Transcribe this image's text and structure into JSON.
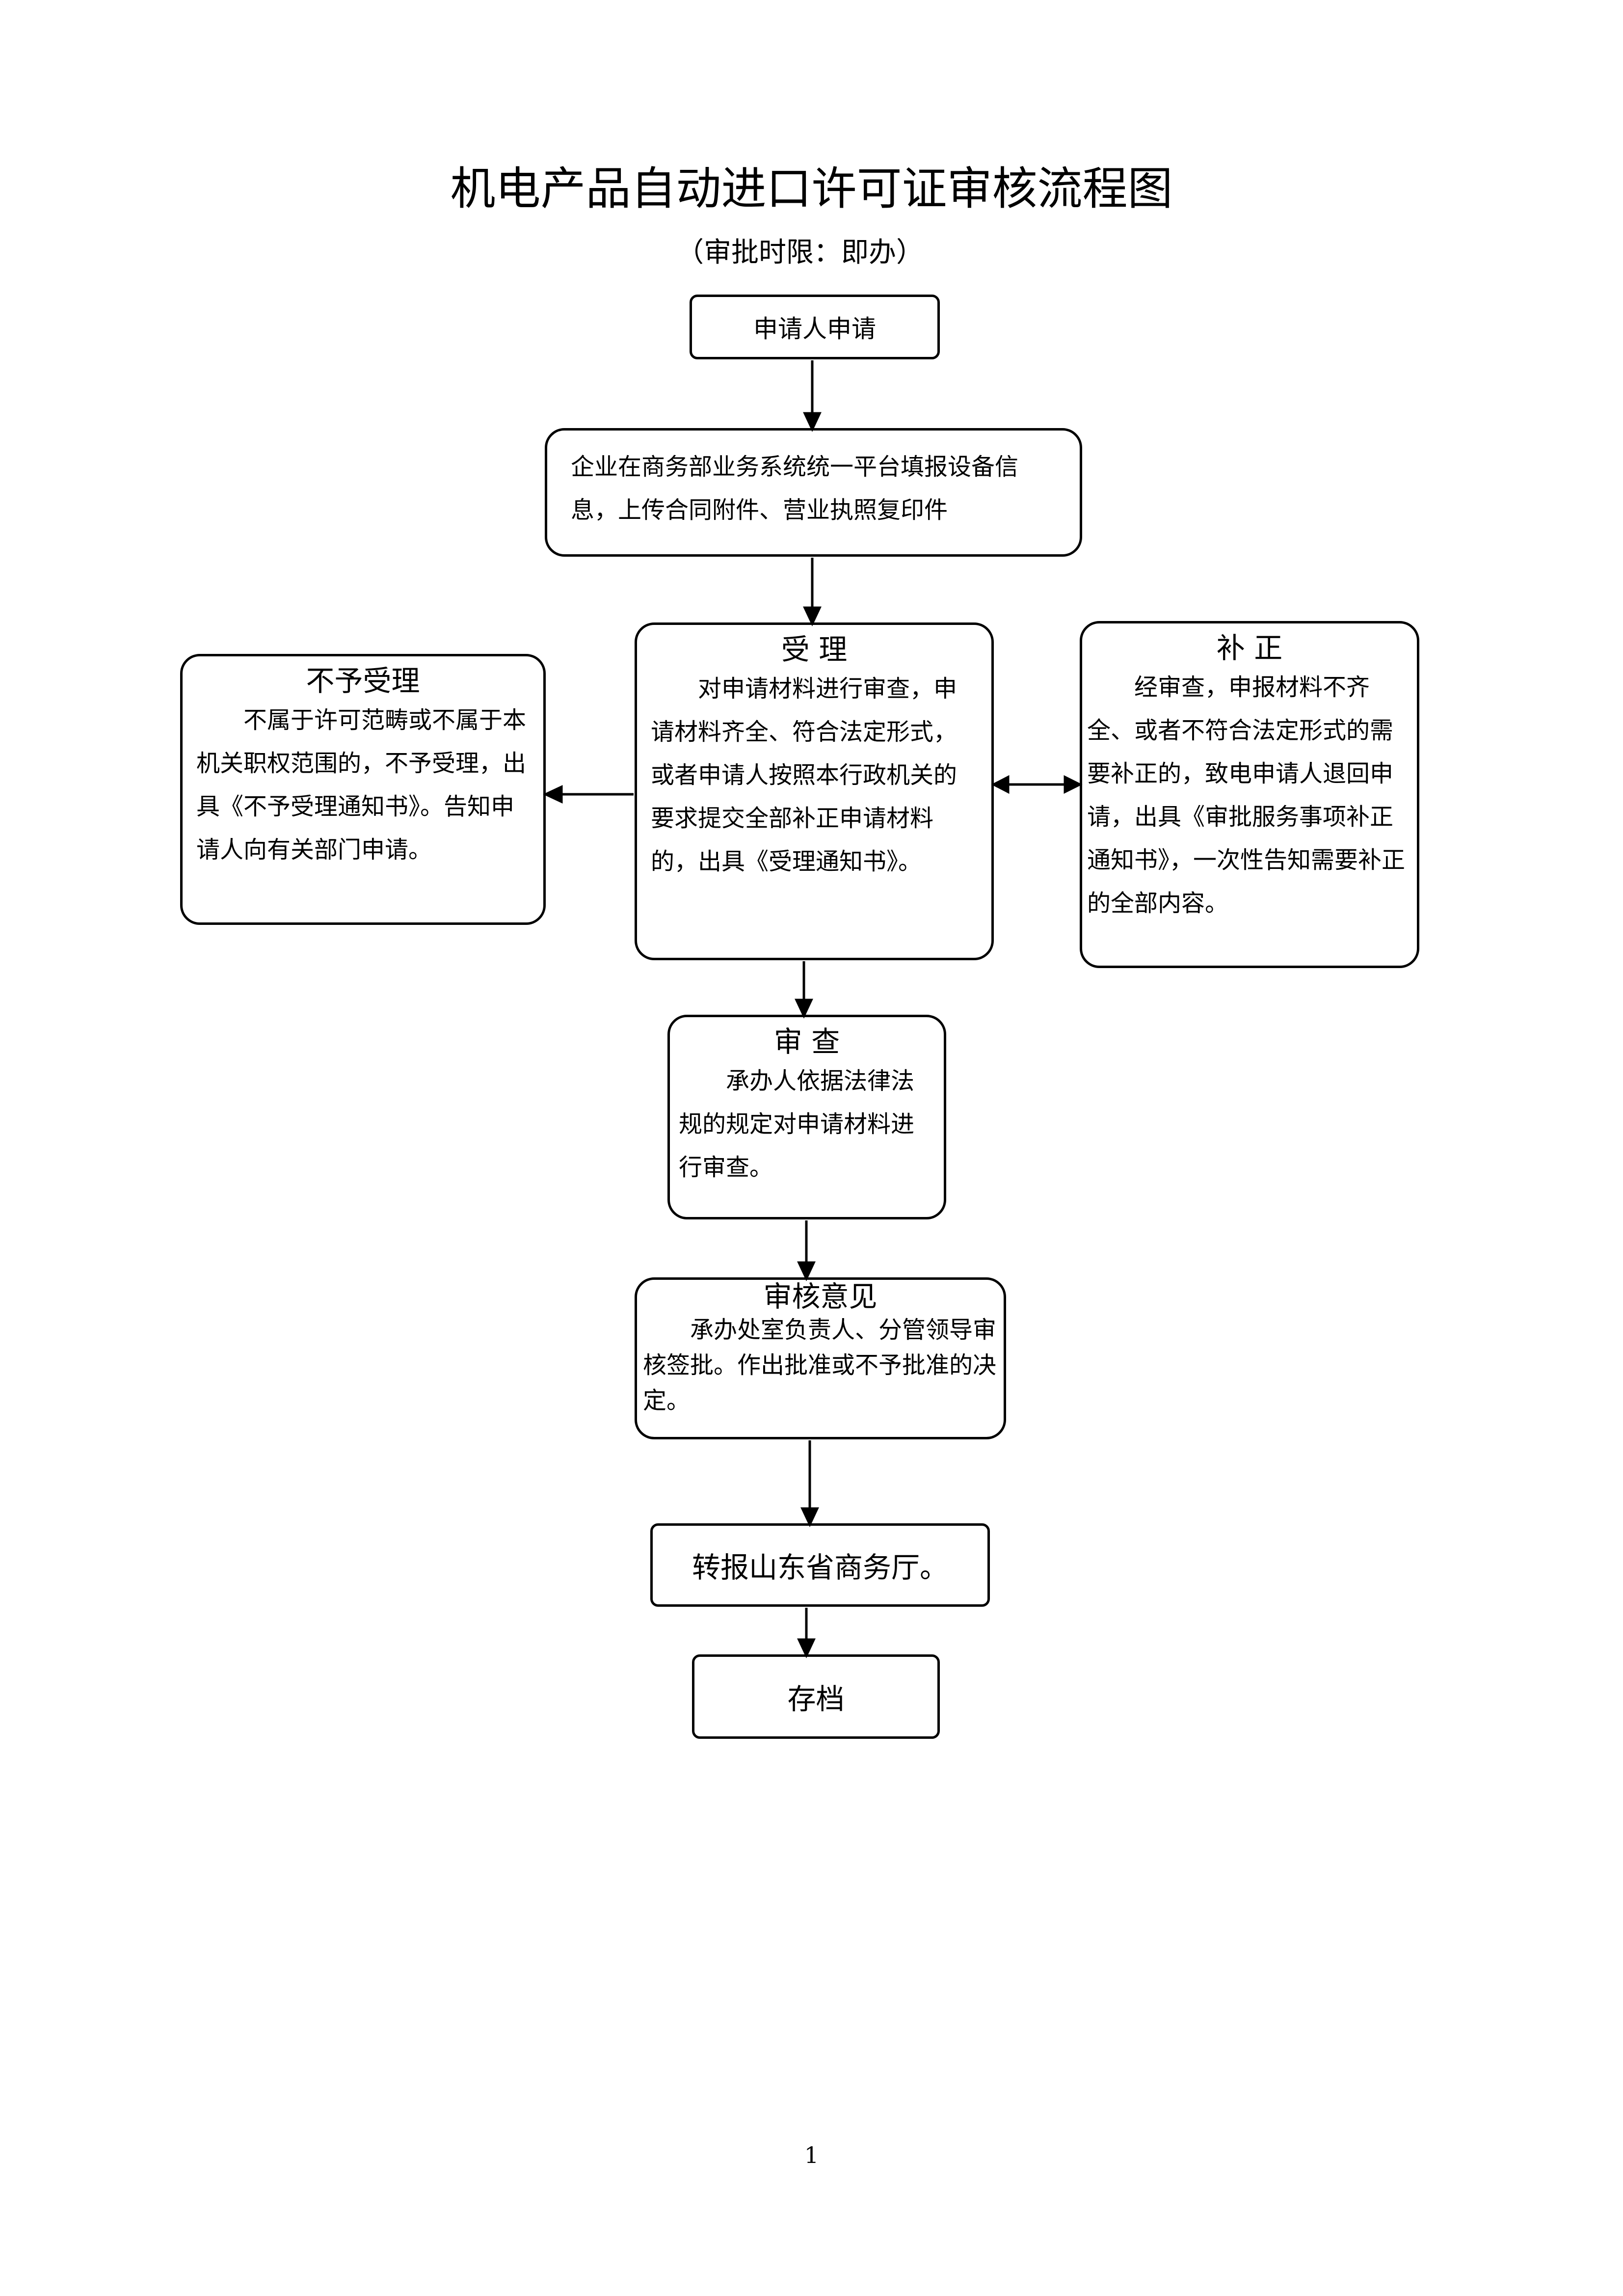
{
  "title": "机电产品自动进口许可证审核流程图",
  "subtitle": "（审批时限：即办）",
  "steps": {
    "apply": "申请人申请",
    "platform": "企业在商务部业务系统统一平台填报设备信息，上传合同附件、营业执照复印件",
    "accept": {
      "title": "受  理",
      "text": "对申请材料进行审查，申请材料齐全、符合法定形式，或者申请人按照本行政机关的要求提交全部补正申请材料的，出具《受理通知书》。"
    },
    "reject": {
      "title": "不予受理",
      "text": "不属于许可范畴或不属于本机关职权范围的，不予受理，出具《不予受理通知书》。告知申请人向有关部门申请。"
    },
    "correct": {
      "title": "补  正",
      "text": "经审查，申报材料不齐全、或者不符合法定形式的需要补正的，致电申请人退回申请，出具《审批服务事项补正通知书》，一次性告知需要补正的全部内容。"
    },
    "review": {
      "title": "审  查",
      "text": "承办人依据法律法规的规定对申请材料进行审查。"
    },
    "opinion": {
      "title": "审核意见",
      "text": "承办处室负责人、分管领导审核签批。作出批准或不予批准的决定。"
    },
    "forward": "转报山东省商务厅。",
    "archive": "存档"
  },
  "page_number": "1"
}
